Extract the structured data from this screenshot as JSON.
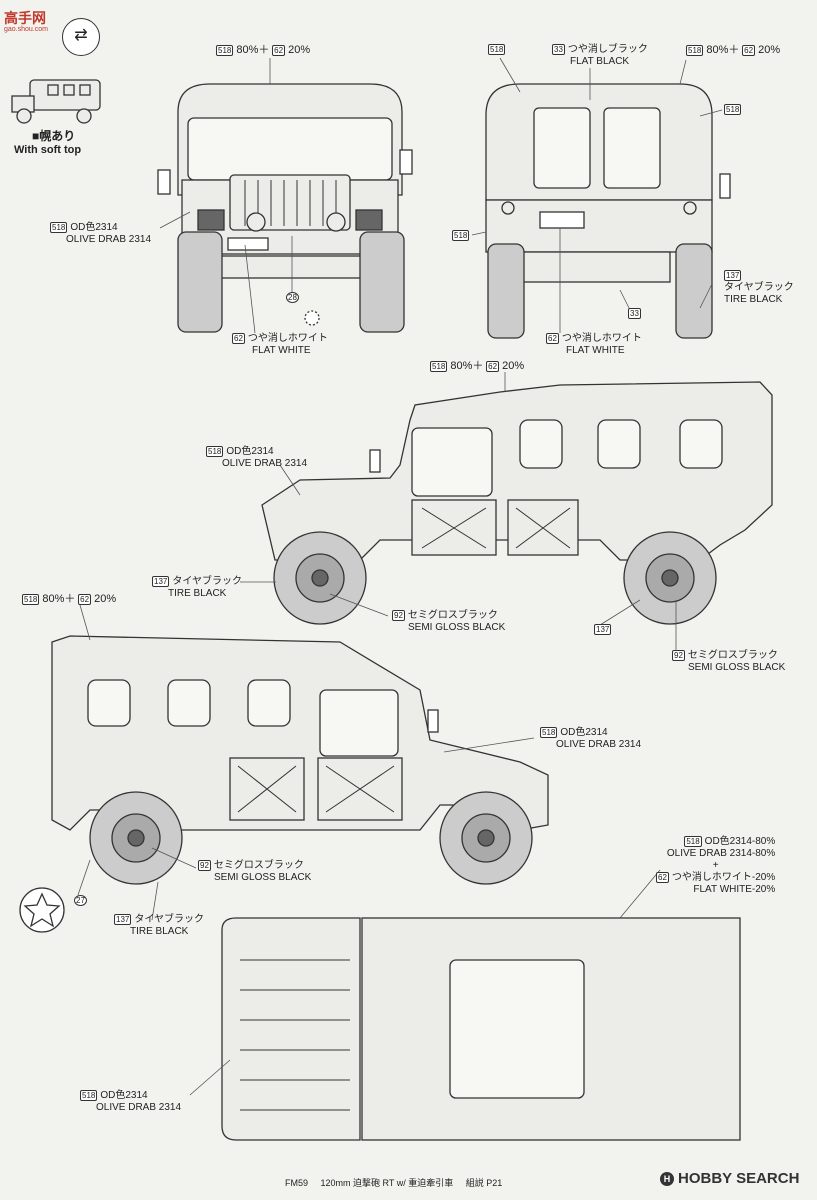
{
  "watermark": {
    "site": "高手网",
    "url": "gao.shou.com"
  },
  "inset": {
    "title": "■幌あり",
    "subtitle": "With soft top"
  },
  "labels": {
    "front_top": {
      "num1": "518",
      "pct1": "80%＋",
      "num2": "62",
      "pct2": "20%"
    },
    "front_od": {
      "num": "518",
      "jp": "OD色2314",
      "en": "OLIVE DRAB 2314"
    },
    "front_28": "28",
    "front_white": {
      "num": "62",
      "jp": "つや消しホワイト",
      "en": "FLAT WHITE"
    },
    "rear_518a": "518",
    "rear_flatblack": {
      "num": "33",
      "jp": "つや消しブラック",
      "en": "FLAT BLACK"
    },
    "rear_top": {
      "num1": "518",
      "pct1": "80%＋",
      "num2": "62",
      "pct2": "20%"
    },
    "rear_518b": "518",
    "rear_518c": "518",
    "rear_tire": {
      "num": "137",
      "jp": "タイヤブラック",
      "en": "TIRE BLACK"
    },
    "rear_33": "33",
    "rear_white": {
      "num": "62",
      "jp": "つや消しホワイト",
      "en": "FLAT WHITE"
    },
    "side1_top": {
      "num1": "518",
      "pct1": "80%＋",
      "num2": "62",
      "pct2": "20%"
    },
    "side1_od": {
      "num": "518",
      "jp": "OD色2314",
      "en": "OLIVE DRAB 2314"
    },
    "side1_tire": {
      "num": "137",
      "jp": "タイヤブラック",
      "en": "TIRE BLACK"
    },
    "side1_semi": {
      "num": "92",
      "jp": "セミグロスブラック",
      "en": "SEMI GLOSS BLACK"
    },
    "side1_137": "137",
    "side1_semi2": {
      "num": "92",
      "jp": "セミグロスブラック",
      "en": "SEMI GLOSS BLACK"
    },
    "side2_top": {
      "num1": "518",
      "pct1": "80%＋",
      "num2": "62",
      "pct2": "20%"
    },
    "side2_od": {
      "num": "518",
      "jp": "OD色2314",
      "en": "OLIVE DRAB 2314"
    },
    "side2_semi": {
      "num": "92",
      "jp": "セミグロスブラック",
      "en": "SEMI GLOSS BLACK"
    },
    "side2_27": "27",
    "side2_tire": {
      "num": "137",
      "jp": "タイヤブラック",
      "en": "TIRE BLACK"
    },
    "mix": {
      "num1": "518",
      "jp1": "OD色2314-80%",
      "en1": "OLIVE DRAB 2314-80%",
      "plus": "+",
      "num2": "62",
      "jp2": "つや消しホワイト-20%",
      "en2": "FLAT WHITE-20%"
    },
    "top_od": {
      "num": "518",
      "jp": "OD色2314",
      "en": "OLIVE DRAB 2314"
    }
  },
  "footer": {
    "code": "FM59",
    "title": "120mm 迫撃砲 RT w/ 重迫牽引車",
    "page": "組説 P21"
  },
  "brand": {
    "logo": "H",
    "name": "HOBBY SEARCH"
  }
}
